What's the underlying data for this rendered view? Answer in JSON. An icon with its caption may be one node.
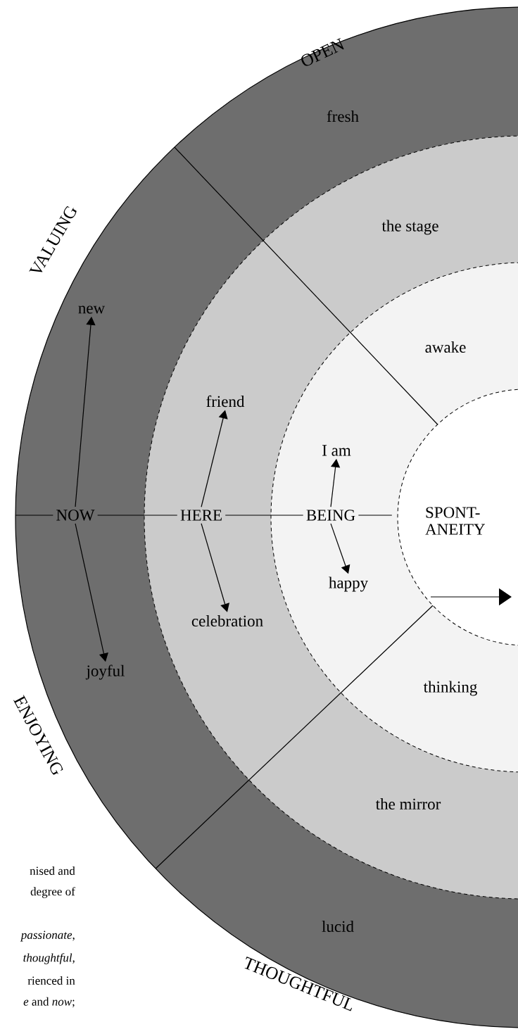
{
  "diagram": {
    "nodes": [
      {
        "text": [
          "new"
        ]
      },
      {
        "text": [
          "friend"
        ]
      },
      {
        "text": [
          "I am"
        ]
      },
      {
        "text": [
          "NOW"
        ]
      },
      {
        "text": [
          "HERE"
        ]
      },
      {
        "text": [
          "BEING"
        ]
      },
      {
        "text": [
          "SPONT- ANEITY"
        ]
      },
      {
        "text": [
          "happy"
        ]
      },
      {
        "text": [
          "celebration"
        ]
      },
      {
        "text": [
          "joyful"
        ]
      }
    ],
    "edges": [
      {
        "from": null,
        "to": 3,
        "arrow": "none"
      },
      {
        "from": 3,
        "to": 4,
        "arrow": "none"
      },
      {
        "from": 4,
        "to": 5,
        "arrow": "none"
      },
      {
        "from": 5,
        "to": 6,
        "arrow": "none"
      },
      {
        "from": 3,
        "to": 0,
        "arrow": "to"
      },
      {
        "from": 3,
        "to": 9,
        "arrow": "to"
      },
      {
        "from": 4,
        "to": 1,
        "arrow": "to"
      },
      {
        "from": 4,
        "to": 8,
        "arrow": "to"
      },
      {
        "from": 5,
        "to": 2,
        "arrow": "to"
      },
      {
        "from": 5,
        "to": 7,
        "arrow": "to"
      }
    ],
    "labels": [
      "OPEN",
      "fresh",
      "the stage",
      "VALUING",
      "awake",
      "thinking",
      "ENJOYING",
      "the mirror",
      "nised and",
      "degree of",
      "*passionate*,",
      "*thoughtful*,",
      "rienced in",
      "*e* and *now*;",
      "lucid",
      "THOUGHTFUL"
    ]
  }
}
